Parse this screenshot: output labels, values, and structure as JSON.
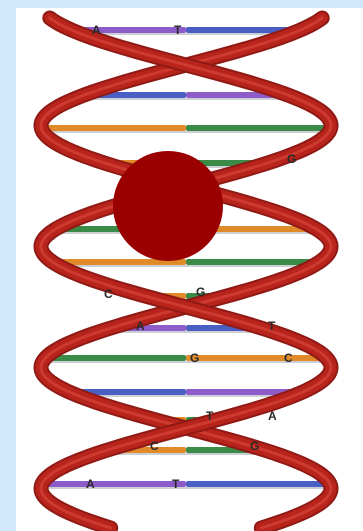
{
  "colors": {
    "background": "#cfe9fb",
    "panel": "#ffffff",
    "strand": "#b8241c",
    "strand_dark": "#8f1a15",
    "marker": "#9a0000",
    "base_colors": {
      "A": "#8e5cc9",
      "T": "#4a5fc4",
      "G": "#3a8a48",
      "C": "#e08a2a"
    }
  },
  "icons": {
    "figure": "dna-double-helix-icon",
    "marker": "red-circle-marker"
  },
  "base_labels": [
    {
      "id": "rung-1-left",
      "text": "A"
    },
    {
      "id": "rung-1-right",
      "text": "T"
    },
    {
      "id": "rung-4-right",
      "text": "G"
    },
    {
      "id": "rung-8-left",
      "text": "C"
    },
    {
      "id": "rung-8-right",
      "text": "G"
    },
    {
      "id": "rung-9-left",
      "text": "A"
    },
    {
      "id": "rung-9-right",
      "text": "T"
    },
    {
      "id": "rung-10-left",
      "text": "G"
    },
    {
      "id": "rung-10-right",
      "text": "C"
    },
    {
      "id": "rung-11-left",
      "text": "T"
    },
    {
      "id": "rung-11-right",
      "text": "A"
    },
    {
      "id": "rung-12-left",
      "text": "C"
    },
    {
      "id": "rung-12-right",
      "text": "G"
    },
    {
      "id": "rung-13-left",
      "text": "A"
    },
    {
      "id": "rung-13-right",
      "text": "T"
    }
  ]
}
